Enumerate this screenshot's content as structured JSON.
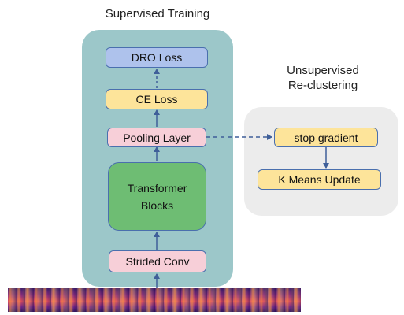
{
  "titles": {
    "supervised": "Supervised Training",
    "unsupervised_line1": "Unsupervised",
    "unsupervised_line2": "Re-clustering"
  },
  "blocks": {
    "dro_loss": "DRO Loss",
    "ce_loss": "CE Loss",
    "pooling_layer": "Pooling Layer",
    "transformer_line1": "Transformer",
    "transformer_line2": "Blocks",
    "strided_conv": "Strided Conv",
    "stop_gradient": "stop gradient",
    "kmeans_update": "K Means Update"
  },
  "colors": {
    "supervised_panel": "#9cc7c9",
    "unsupervised_panel": "#ececec",
    "box_border": "#4a6fae",
    "dro_fill": "#aec2ec",
    "loss_fill": "#fde49a",
    "pooling_fill": "#f7cfd8",
    "transformer_fill": "#6ebd73",
    "arrow": "#3f5f99"
  }
}
